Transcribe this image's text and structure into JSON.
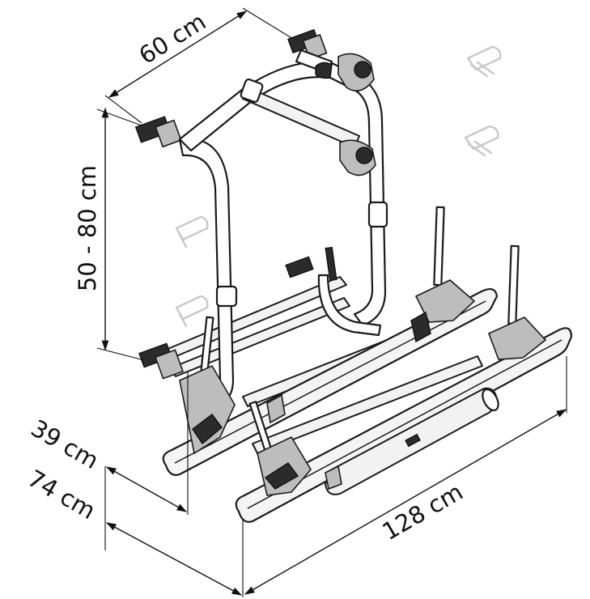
{
  "dimensions": {
    "width_top": "60 cm",
    "height": "50 - 80 cm",
    "depth_front": "39 cm",
    "depth_back": "74 cm",
    "length": "128 cm"
  },
  "colors": {
    "line": "#111111",
    "ghost": "#c8c8c8",
    "background": "#ffffff"
  },
  "icons": [
    "bike-clamp-icon",
    "strap-icon"
  ]
}
